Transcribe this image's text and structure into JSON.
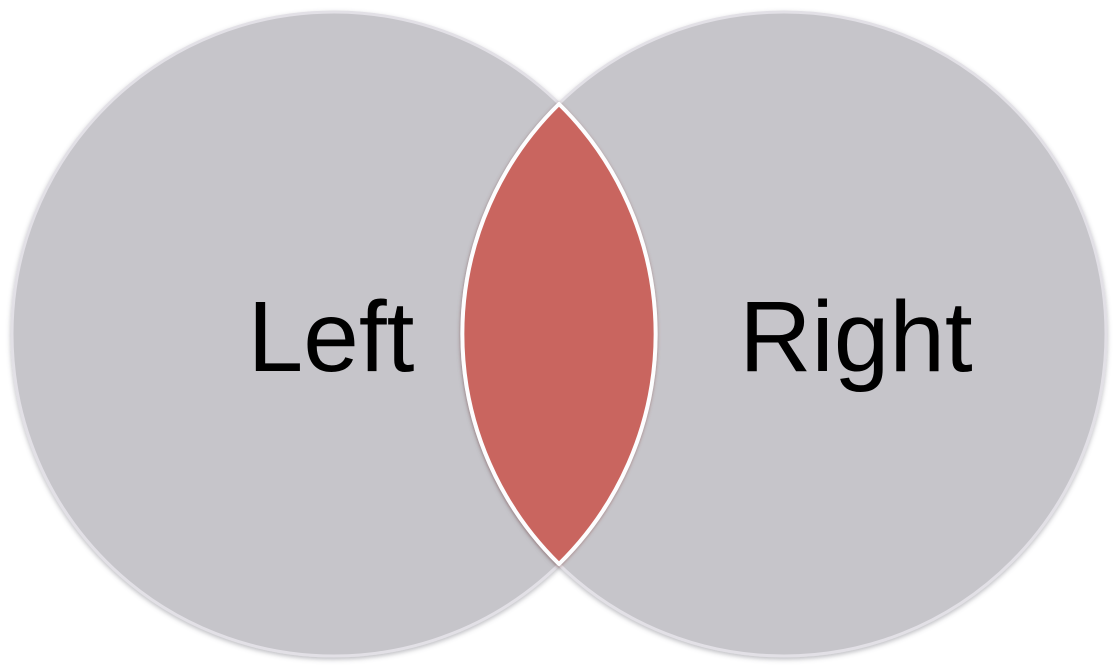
{
  "diagram": {
    "type": "venn-2-set",
    "sets": [
      {
        "label": "Left",
        "fill": "#C6C5CA"
      },
      {
        "label": "Right",
        "fill": "#C6C5CA"
      }
    ],
    "intersection": {
      "fill": "#C9655F"
    },
    "background_color": "#FFFFFF",
    "label_color": "#000000",
    "circle_outline_color": "#E2E0E6",
    "intersection_outline_color": "#FDFDFE"
  }
}
